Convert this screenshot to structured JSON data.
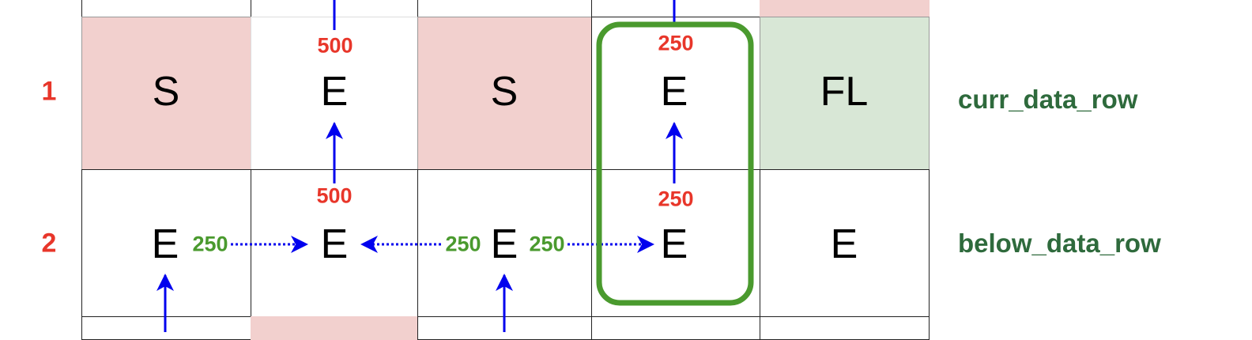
{
  "row_numbers": [
    "1",
    "2"
  ],
  "rows": {
    "curr": {
      "label": "curr_data_row",
      "cells": [
        "S",
        "E",
        "S",
        "E",
        "FL"
      ],
      "fills": [
        "pink",
        "white",
        "pink",
        "white",
        "green"
      ]
    },
    "below": {
      "label": "below_data_row",
      "cells": [
        "E",
        "E",
        "E",
        "E",
        "E"
      ],
      "fills": [
        "white",
        "white",
        "white",
        "white",
        "white"
      ]
    }
  },
  "partial_rows": {
    "above_fills": [
      "white",
      "white",
      "white",
      "white",
      "pink"
    ],
    "bottom_fills": [
      "white",
      "pink",
      "white",
      "white",
      "white"
    ]
  },
  "costs": {
    "curr_col2_from_above": "500",
    "curr_col4_from_above": "250",
    "below_col2_up": "500",
    "below_col4_up": "250",
    "below_col1_right": "250",
    "below_col3_left": "250",
    "below_col3_right": "250"
  },
  "highlight": {
    "column": 4,
    "color": "#4a9a2e"
  },
  "colors": {
    "pink": "#f2d0ce",
    "green": "#d8e7d6",
    "arrow": "#0000ee",
    "cost_red": "#e8362a",
    "cost_green": "#4a9a2e",
    "label_green": "#2e6a3c"
  }
}
